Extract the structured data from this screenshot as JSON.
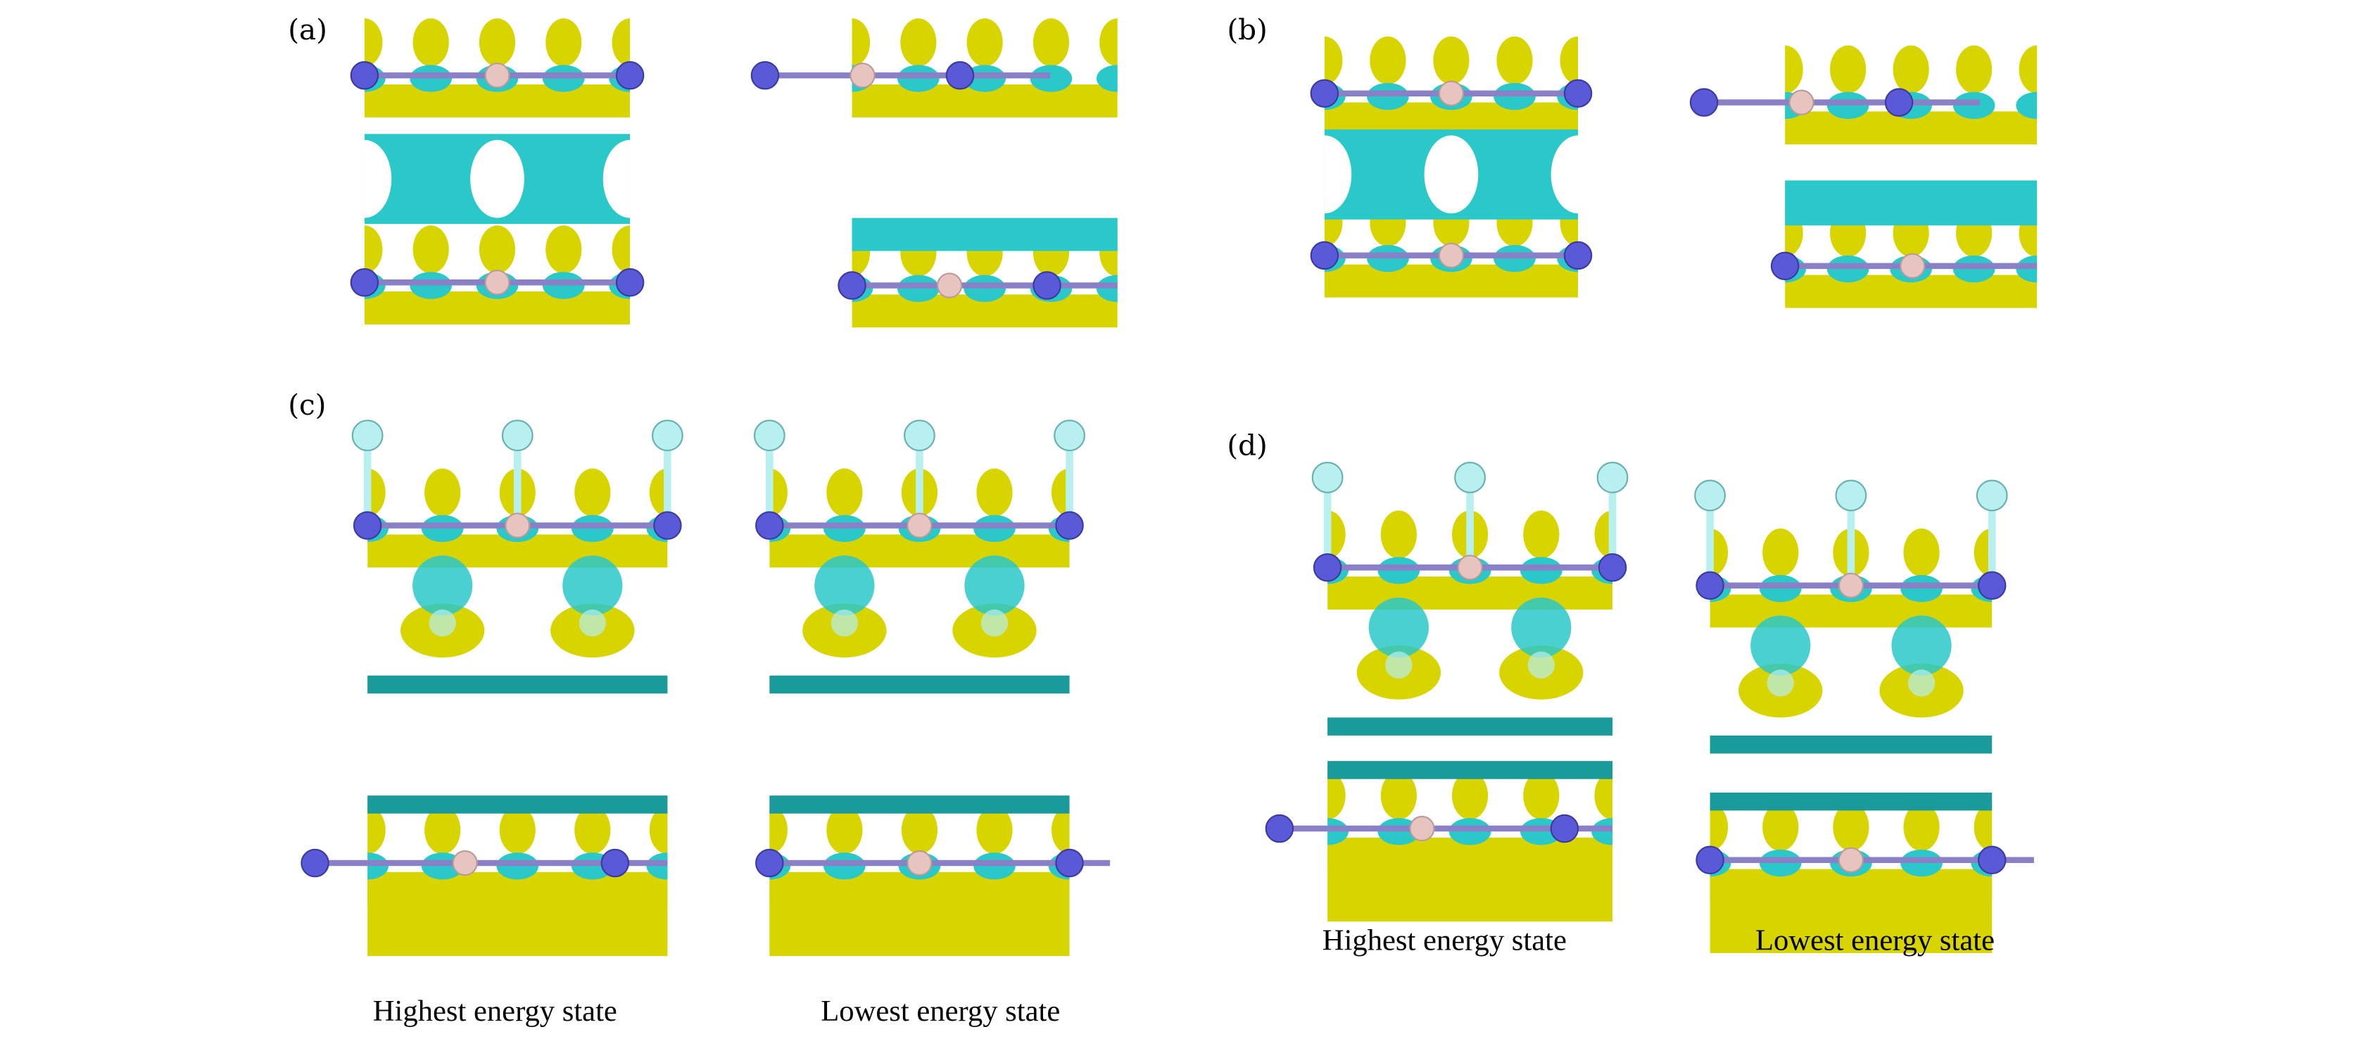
{
  "panels": [
    {
      "label": "(a)",
      "captions": []
    },
    {
      "label": "(b)",
      "captions": []
    },
    {
      "label": "(c)",
      "captions": [
        "Highest energy state",
        "Lowest energy state"
      ]
    },
    {
      "label": "(d)",
      "captions": [
        "Highest energy state",
        "Lowest energy state"
      ]
    }
  ],
  "colors": {
    "isosurface_positive": "#d8d400",
    "isosurface_negative": "#2ac8c8",
    "nitrogen_atom": "#5a5ad8",
    "boron_atom": "#e8c4c0",
    "hydrogen_atom": "#b8f0f0"
  }
}
